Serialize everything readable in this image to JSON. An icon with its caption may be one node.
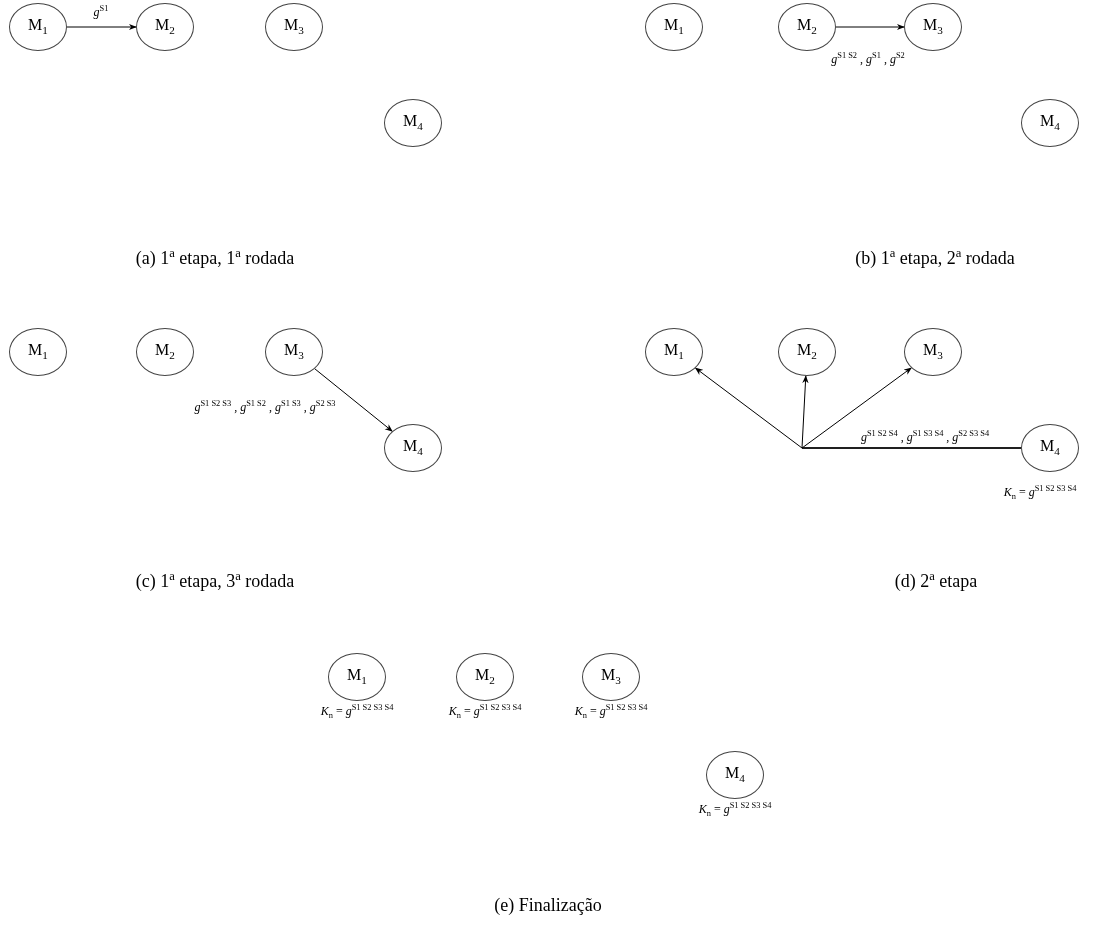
{
  "diagram": {
    "nodes": [
      {
        "text": [
          "M$_{1}$"
        ]
      },
      {
        "text": [
          "M$_{2}$"
        ]
      },
      {
        "text": [
          "M$_{3}$"
        ]
      },
      {
        "text": [
          "M$_{4}$"
        ]
      },
      {
        "text": [
          "M$_{1}$"
        ]
      },
      {
        "text": [
          "M$_{2}$"
        ]
      },
      {
        "text": [
          "M$_{3}$"
        ]
      },
      {
        "text": [
          "M$_{4}$"
        ]
      },
      {
        "text": [
          "M$_{1}$"
        ]
      },
      {
        "text": [
          "M$_{2}$"
        ]
      },
      {
        "text": [
          "M$_{3}$"
        ]
      },
      {
        "text": [
          "M$_{4}$"
        ]
      },
      {
        "text": [
          "M$_{1}$"
        ]
      },
      {
        "text": [
          "M$_{2}$"
        ]
      },
      {
        "text": [
          "M$_{3}$"
        ]
      },
      {
        "text": [
          "M$_{4}$"
        ],
        "beside": [
          "*K*$_{n}$ = *g*$^{S1 S2 S3 S4}$"
        ]
      },
      {
        "text": [
          "M$_{1}$"
        ],
        "beside": [
          "*K*$_{n}$ = *g*$^{S1 S2 S3 S4}$"
        ]
      },
      {
        "text": [
          "M$_{2}$"
        ],
        "beside": [
          "*K*$_{n}$ = *g*$^{S1 S2 S3 S4}$"
        ]
      },
      {
        "text": [
          "M$_{3}$"
        ],
        "beside": [
          "*K*$_{n}$ = *g*$^{S1 S2 S3 S4}$"
        ]
      },
      {
        "text": [
          "M$_{4}$"
        ],
        "beside": [
          "*K*$_{n}$ = *g*$^{S1 S2 S3 S4}$"
        ]
      }
    ],
    "edges": [
      {
        "from": 0,
        "to": 1,
        "arrow": "to",
        "label": "*g*$^{S1}$"
      },
      {
        "from": 5,
        "to": 6,
        "arrow": "to",
        "label": "*g*$^{S1 S2}$ , *g*$^{S1}$ , *g*$^{S2}$"
      },
      {
        "from": 10,
        "to": 11,
        "arrow": "to",
        "label": "*g*$^{S1 S2 S3}$ , *g*$^{S1 S2}$ , *g*$^{S1 S3}$ , *g*$^{S2 S3}$"
      },
      {
        "from": 15,
        "to": 12,
        "arrow": "to",
        "label": "*g*$^{S1 S2 S4}$ , *g*$^{S1 S3 S4}$ , *g*$^{S2 S3 S4}$"
      },
      {
        "from": 15,
        "to": 13,
        "arrow": "to"
      },
      {
        "from": 15,
        "to": 14,
        "arrow": "to"
      }
    ],
    "labels": [
      "(a) 1$^{a}$ etapa, 1$^{a}$ rodada",
      "(b) 1$^{a}$ etapa, 2$^{a}$ rodada",
      "(c) 1$^{a}$ etapa, 3$^{a}$ rodada",
      "(d) 2$^{a}$ etapa",
      "(e) Finalização"
    ]
  }
}
